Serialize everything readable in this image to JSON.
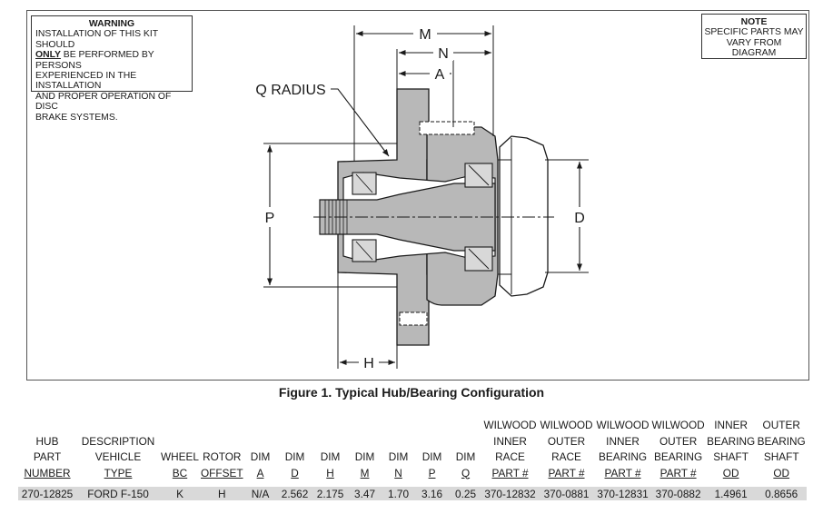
{
  "warning": {
    "title": "WARNING",
    "line1": "INSTALLATION OF THIS KIT SHOULD",
    "line2_em": "ONLY",
    "line2_rest": " BE PERFORMED BY PERSONS",
    "line3": "EXPERIENCED IN THE INSTALLATION",
    "line4": "AND PROPER OPERATION OF DISC",
    "line5": "BRAKE SYSTEMS."
  },
  "note": {
    "title": "NOTE",
    "line1": "SPECIFIC PARTS MAY",
    "line2": "VARY FROM DIAGRAM"
  },
  "diagram": {
    "label_m": "M",
    "label_n": "N",
    "label_a": "A",
    "label_q": "Q RADIUS",
    "label_p": "P",
    "label_d": "D",
    "label_h": "H"
  },
  "caption": "Figure 1.  Typical Hub/Bearing Configuration",
  "table": {
    "headers": [
      {
        "lines": [
          "HUB",
          "PART"
        ],
        "ul": "NUMBER"
      },
      {
        "lines": [
          "DESCRIPTION",
          "VEHICLE"
        ],
        "ul": "TYPE"
      },
      {
        "lines": [
          "WHEEL"
        ],
        "ul": "BC"
      },
      {
        "lines": [
          "ROTOR"
        ],
        "ul": "OFFSET"
      },
      {
        "lines": [
          "DIM"
        ],
        "ul": "A"
      },
      {
        "lines": [
          "DIM"
        ],
        "ul": "D"
      },
      {
        "lines": [
          "DIM"
        ],
        "ul": "H"
      },
      {
        "lines": [
          "DIM"
        ],
        "ul": "M"
      },
      {
        "lines": [
          "DIM"
        ],
        "ul": "N"
      },
      {
        "lines": [
          "DIM"
        ],
        "ul": "P"
      },
      {
        "lines": [
          "DIM"
        ],
        "ul": "Q"
      },
      {
        "lines": [
          "WILWOOD",
          "INNER",
          "RACE"
        ],
        "ul": "PART #"
      },
      {
        "lines": [
          "WILWOOD",
          "OUTER",
          "RACE"
        ],
        "ul": "PART #"
      },
      {
        "lines": [
          "WILWOOD",
          "INNER",
          "BEARING"
        ],
        "ul": "PART #"
      },
      {
        "lines": [
          "WILWOOD",
          "OUTER",
          "BEARING"
        ],
        "ul": "PART #"
      },
      {
        "lines": [
          "INNER",
          "BEARING",
          "SHAFT"
        ],
        "ul": "OD"
      },
      {
        "lines": [
          "OUTER",
          "BEARING",
          "SHAFT"
        ],
        "ul": "OD"
      }
    ],
    "rows": [
      [
        "270-12825",
        "FORD F-150",
        "K",
        "H",
        "N/A",
        "2.562",
        "2.175",
        "3.47",
        "1.70",
        "3.16",
        "0.25",
        "370-12832",
        "370-0881",
        "370-12831",
        "370-0882",
        "1.4961",
        "0.8656"
      ]
    ]
  },
  "colors": {
    "part_fill": "#b8b8b8",
    "row_shade": "#d9d9d9",
    "line": "#1a1a1a"
  }
}
